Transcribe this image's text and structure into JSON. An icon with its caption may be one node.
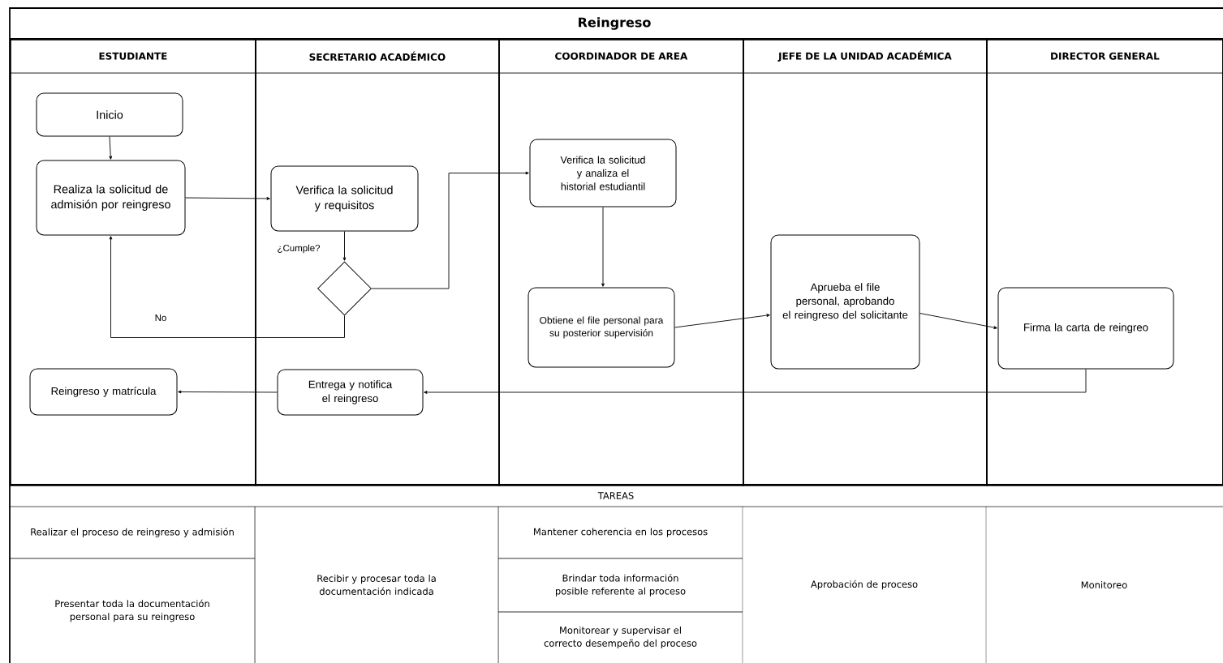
{
  "diagram": {
    "title": "Reingreso",
    "nodes": [
      {
        "text": [
          "ESTUDIANTE"
        ]
      },
      {
        "text": [
          "SECRETARIO ACADÉMICO"
        ]
      },
      {
        "text": [
          "COORDINADOR DE AREA"
        ]
      },
      {
        "text": [
          "JEFE DE LA UNIDAD ACADÉMICA"
        ]
      },
      {
        "text": [
          "DIRECTOR GENERAL"
        ]
      },
      {
        "text": [
          "Inicio"
        ],
        "in": 0
      },
      {
        "text": [
          "Realiza la solicitud de admisión por reingreso"
        ],
        "in": 0
      },
      {
        "text": [
          "Verifica la solicitud y requisitos"
        ],
        "in": 1
      },
      {
        "text": [],
        "shape": "diamond",
        "in": 1
      },
      {
        "text": [
          "Verifica la solicitud y analiza el historial estudiantil"
        ],
        "in": 2
      },
      {
        "text": [
          "Obtiene el file personal para su posterior supervisión"
        ],
        "in": 2
      },
      {
        "text": [
          "Aprueba el file personal, aprobando el reingreso del solicitante"
        ],
        "in": 3
      },
      {
        "text": [
          "Firma la carta de reingreo"
        ],
        "in": 4
      },
      {
        "text": [
          "Entrega y notifica el reingreso"
        ],
        "in": 1
      },
      {
        "text": [
          "Reingreso y matrícula"
        ],
        "in": 0
      }
    ],
    "edges": [
      {
        "from": 5,
        "to": 6,
        "arrow": "to"
      },
      {
        "from": 6,
        "to": 7,
        "arrow": "to"
      },
      {
        "from": 7,
        "to": 8,
        "arrow": "to",
        "label": "¿Cumple?"
      },
      {
        "from": 8,
        "to": 6,
        "arrow": "to",
        "label": "No"
      },
      {
        "from": 8,
        "to": 9,
        "arrow": "to"
      },
      {
        "from": 9,
        "to": 10,
        "arrow": "to"
      },
      {
        "from": 10,
        "to": 11,
        "arrow": "to"
      },
      {
        "from": 11,
        "to": 12,
        "arrow": "to"
      },
      {
        "from": 12,
        "to": 13,
        "arrow": "to"
      },
      {
        "from": 13,
        "to": 14,
        "arrow": "to"
      }
    ],
    "labels": [
      "TAREAS",
      "Realizar el proceso de reingreso y admisión",
      "Recibir y procesar toda la documentación indicada",
      "Mantener coherencia en los procesos",
      "Aprobación de proceso",
      "Monitoreo",
      "Presentar toda la documentación personal para su reingreso",
      "Brindar toda información posible referente al proceso",
      "Monitorear y supervisar el correcto desempeño del proceso"
    ]
  }
}
